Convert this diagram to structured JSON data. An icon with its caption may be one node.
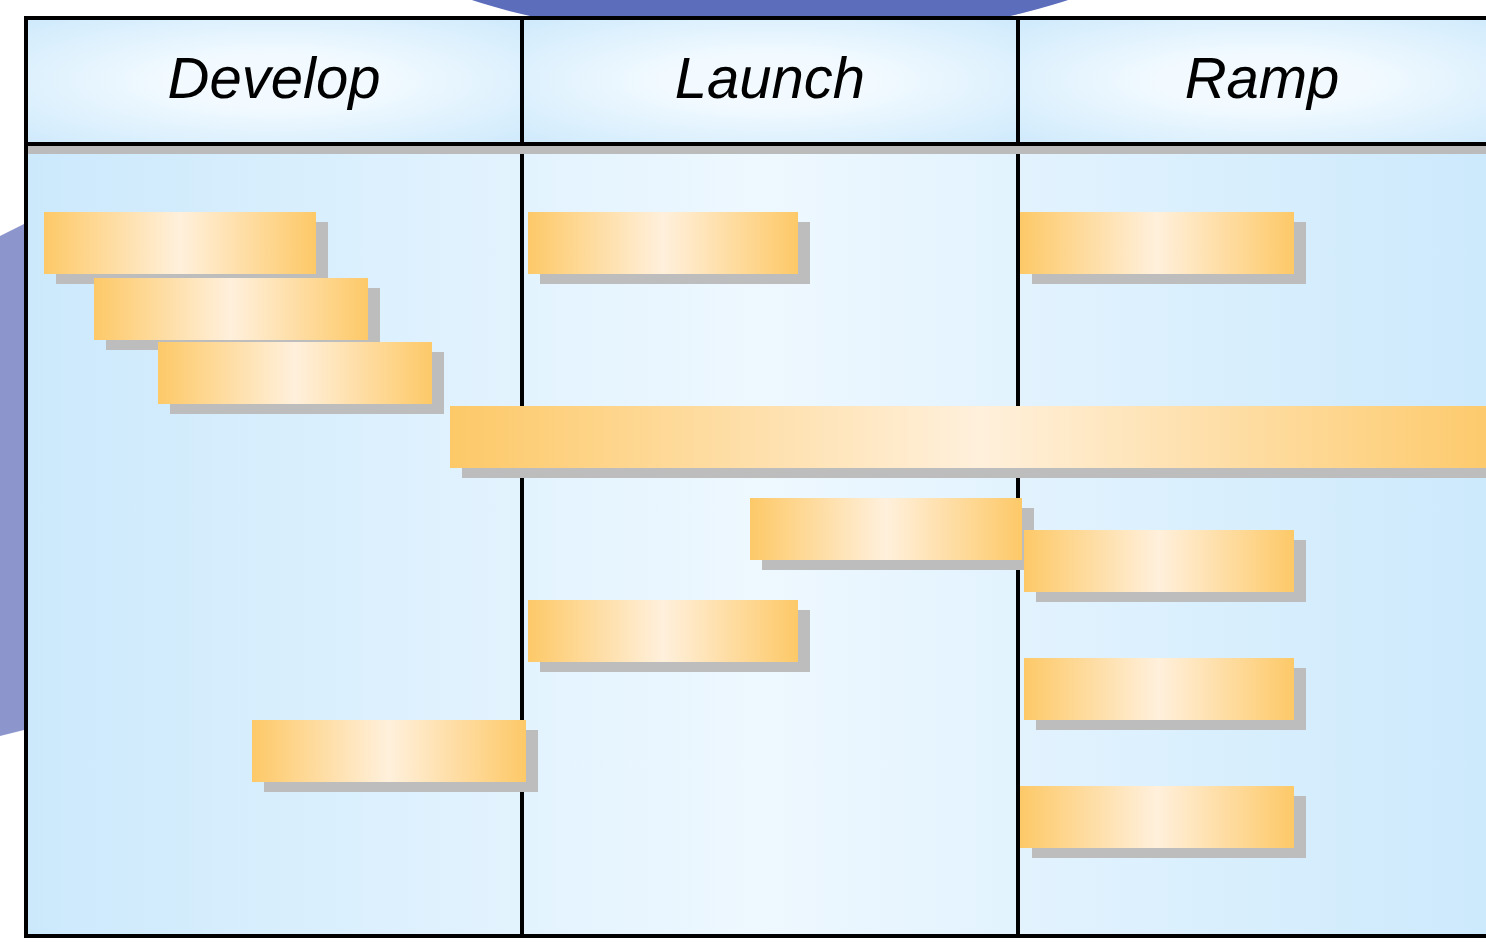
{
  "diagram": {
    "nodes": [
      {
        "text": [
          "Develop"
        ]
      },
      {
        "text": [
          "Launch"
        ]
      },
      {
        "text": [
          "Ramp"
        ]
      },
      {
        "text": [],
        "shape": "bar"
      },
      {
        "text": [],
        "shape": "bar"
      },
      {
        "text": [],
        "shape": "bar"
      },
      {
        "text": [],
        "shape": "bar"
      },
      {
        "text": [],
        "shape": "bar"
      },
      {
        "text": [],
        "shape": "bar"
      },
      {
        "text": [],
        "shape": "bar"
      },
      {
        "text": [],
        "shape": "bar"
      },
      {
        "text": [],
        "shape": "bar"
      },
      {
        "text": [],
        "shape": "bar"
      },
      {
        "text": [],
        "shape": "bar"
      },
      {
        "text": [],
        "shape": "bar"
      }
    ]
  }
}
